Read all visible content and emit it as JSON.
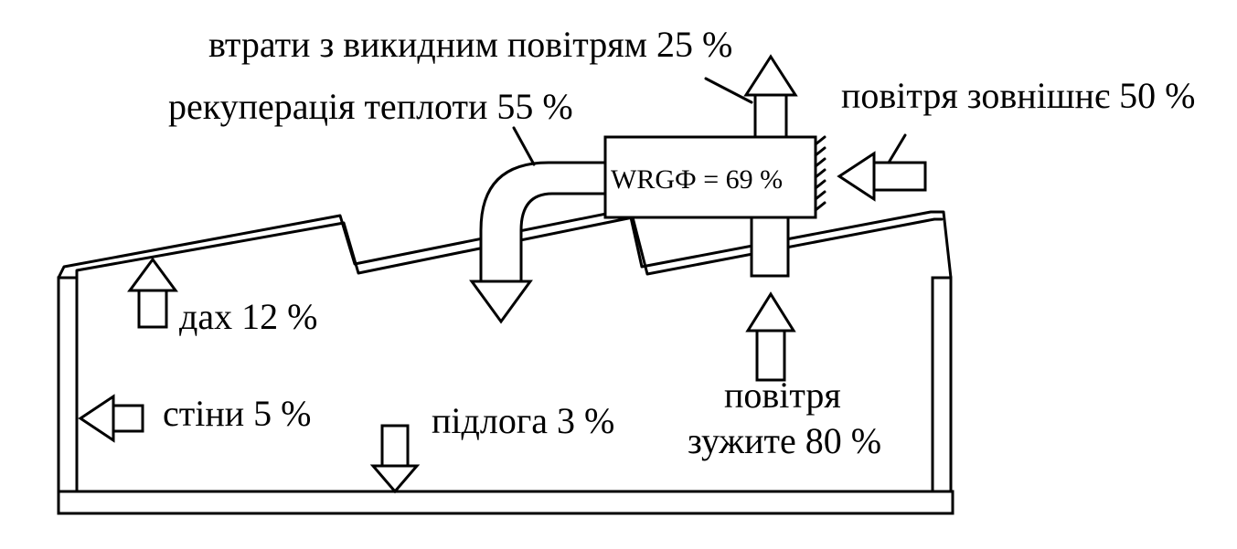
{
  "labels": {
    "exhaust_loss": "втрати з викидним повітрям 25 %",
    "heat_recovery": "рекуперація теплоти 55 %",
    "outside_air": "повітря зовнішнє 50 %",
    "unit": "WRGФ = 69 %",
    "roof": "дах 12 %",
    "walls": "стіни 5 %",
    "floor": "підлога 3 %",
    "used_air_line1": "повітря",
    "used_air_line2": "зужите 80 %"
  }
}
